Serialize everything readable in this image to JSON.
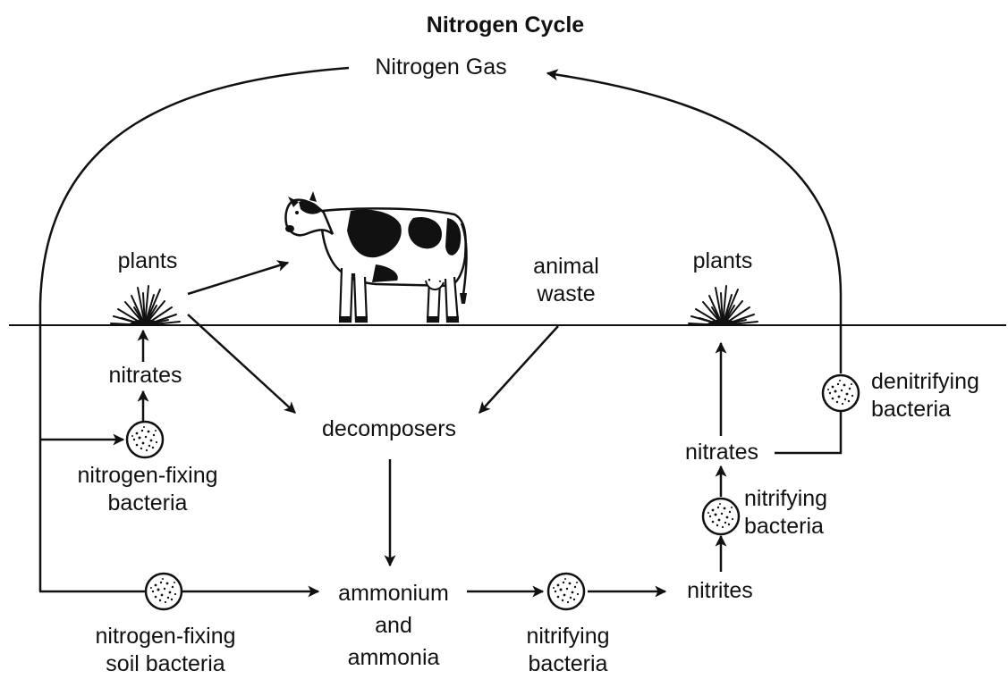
{
  "title": "Nitrogen Cycle",
  "labels": {
    "nitrogen_gas": "Nitrogen Gas",
    "plants_left": "plants",
    "plants_right": "plants",
    "animal_waste_line1": "animal",
    "animal_waste_line2": "waste",
    "nitrates_left": "nitrates",
    "nitrates_right": "nitrates",
    "decomposers": "decomposers",
    "nitrogen_fixing_bacteria_line1": "nitrogen-fixing",
    "nitrogen_fixing_bacteria_line2": "bacteria",
    "soil_bacteria_line1": "nitrogen-fixing",
    "soil_bacteria_line2": "soil bacteria",
    "ammonium_line1": "ammonium",
    "ammonium_line2": "and",
    "ammonium_line3": "ammonia",
    "nitrifying_bottom_line1": "nitrifying",
    "nitrifying_bottom_line2": "bacteria",
    "nitrites": "nitrites",
    "nitrifying_right_line1": "nitrifying",
    "nitrifying_right_line2": "bacteria",
    "denitrifying_line1": "denitrifying",
    "denitrifying_line2": "bacteria"
  },
  "icons": {
    "cow": "cow-illustration",
    "plant": "grass-tuft-icon",
    "bacteria": "bacteria-circle-icon"
  },
  "colors": {
    "ink": "#111111",
    "background": "#ffffff"
  }
}
